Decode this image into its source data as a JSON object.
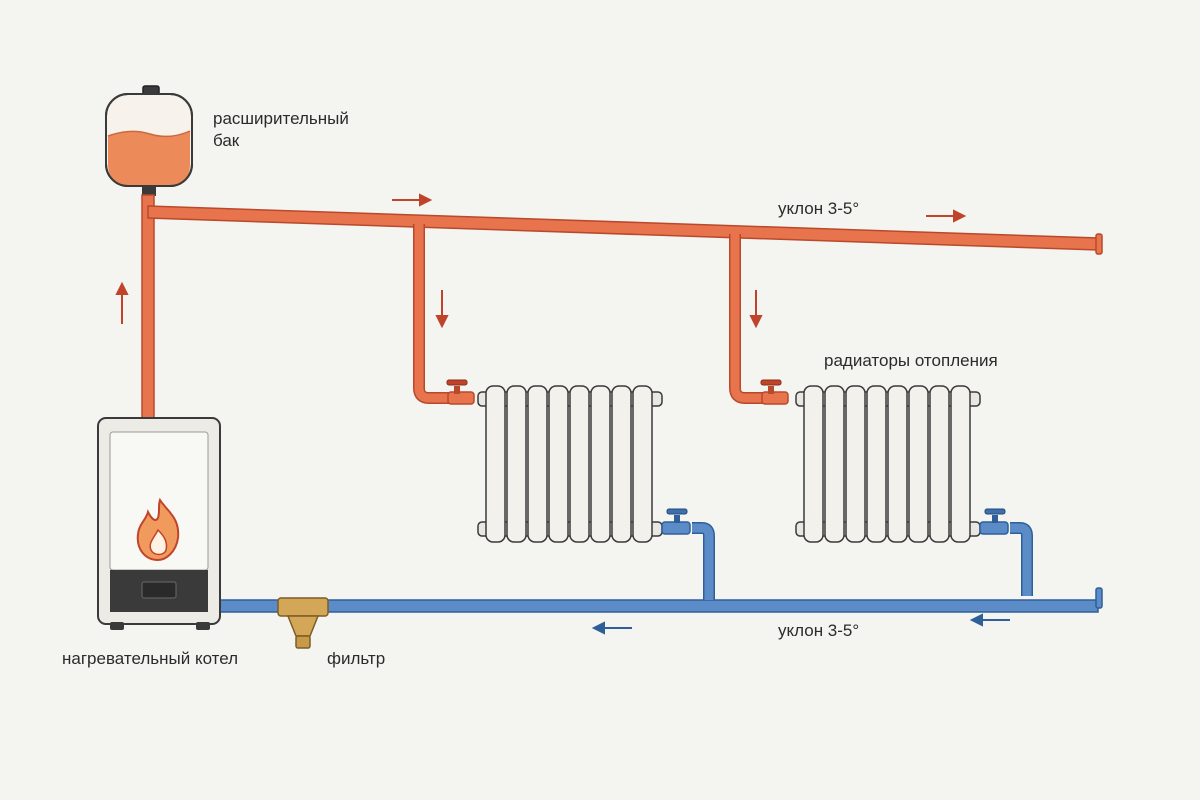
{
  "labels": {
    "expansion_tank_line1": "расширительный",
    "expansion_tank_line2": "бак",
    "supply_slope": "уклон 3-5°",
    "radiators": "радиаторы отопления",
    "return_slope": "уклон 3-5°",
    "boiler": "нагревательный котел",
    "filter": "фильтр"
  },
  "colors": {
    "hot_pipe": "#e8744d",
    "hot_pipe_dark": "#b9492b",
    "cold_pipe": "#5b8cc8",
    "cold_pipe_dark": "#2f5f99",
    "hot_arrow": "#c0442a",
    "cold_arrow": "#2f5f99",
    "radiator": "#f2f1ec",
    "boiler_panel": "#3a3a3a",
    "filter": "#d4a657",
    "background": "#f4f4f1"
  },
  "icons": [
    "flame-icon",
    "flow-arrow-icon",
    "valve-icon"
  ]
}
